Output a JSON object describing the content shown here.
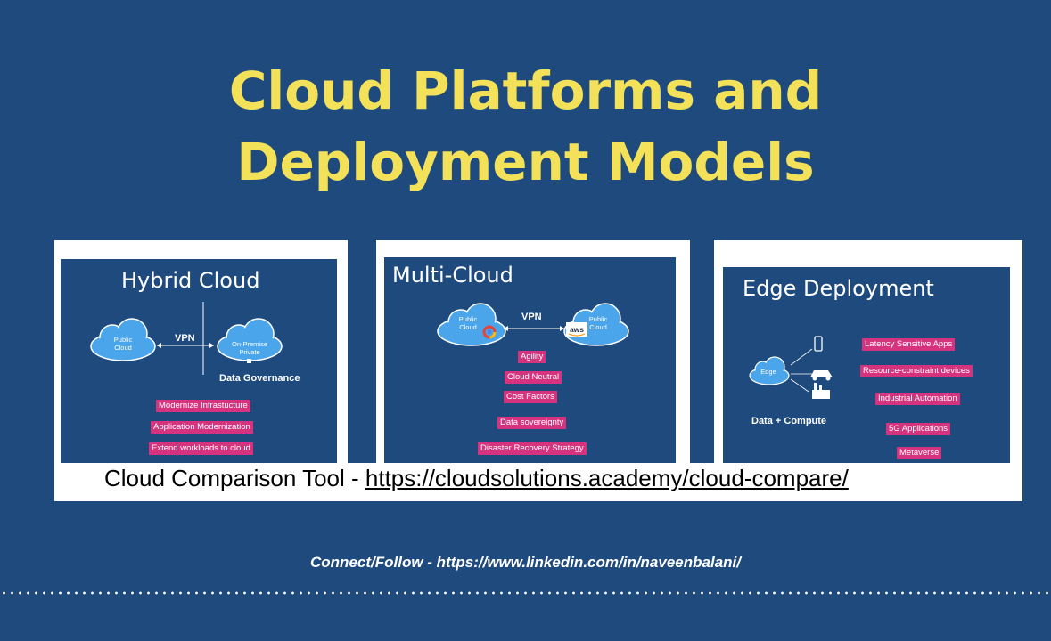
{
  "title": {
    "line1": "Cloud Platforms and",
    "line2": "Deployment Models"
  },
  "hybrid": {
    "title": "Hybrid Cloud",
    "vpn": "VPN",
    "public_cloud": [
      "Public",
      "Cloud"
    ],
    "onprem": [
      "On-Premise",
      "Private"
    ],
    "governance": "Data Governance",
    "pills": [
      "Modernize Infrastucture",
      "Application Modernization",
      "Extend workloads to cloud"
    ]
  },
  "multi": {
    "title": "Multi-Cloud",
    "vpn": "VPN",
    "left_cloud": [
      "Public",
      "Cloud"
    ],
    "right_cloud": [
      "Public",
      "Cloud"
    ],
    "aws": "aws",
    "pills": [
      "Agility",
      "Cloud Neutral",
      "Cost Factors",
      "Data sovereignty",
      "Disaster Recovery Strategy"
    ]
  },
  "edge": {
    "title": "Edge Deployment",
    "edge_label": "Edge",
    "data_compute": "Data + Compute",
    "pills": [
      "Latency Sensitive Apps",
      "Resource-constraint devices",
      "Industrial Automation",
      "5G Applications",
      "Metaverse"
    ]
  },
  "comparison": {
    "label": "Cloud Comparison Tool - ",
    "link": "https://cloudsolutions.academy/cloud-compare/"
  },
  "footer": "Connect/Follow - https://www.linkedin.com/in/naveenbalani/",
  "colors": {
    "background": "#1f4a7d",
    "title": "#f3e15a",
    "pill": "#d6337f",
    "cloud": "#4aa5ea"
  }
}
